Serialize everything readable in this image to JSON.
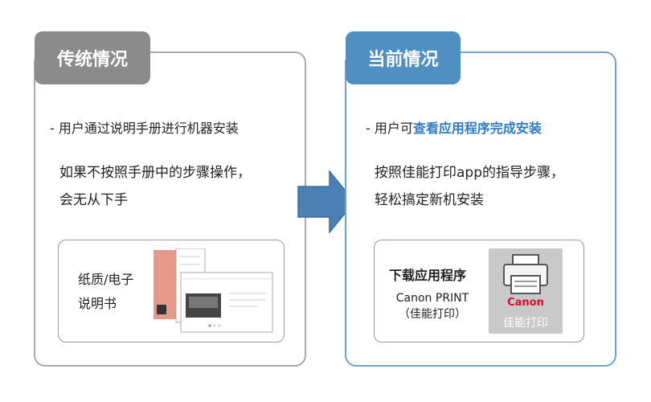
{
  "left": {
    "title": "传统情况",
    "bullet": "- 用户通过说明手册进行机器安装",
    "desc_line1": "如果不按照手册中的步骤操作，",
    "desc_line2": "会无从下手",
    "label_line1": "纸质/电子",
    "label_line2": "说明书"
  },
  "right": {
    "title": "当前情况",
    "bullet_prefix": "- 用户可",
    "bullet_highlight": "查看应用程序完成安装",
    "desc_line1": "按照佳能打印app的指导步骤，",
    "desc_line2": "轻松搞定新机安装",
    "download_title": "下载应用程序",
    "app_name": "Canon PRINT",
    "app_name_cn": "（佳能打印）",
    "icon_brand": "Canon",
    "icon_label": "佳能打印"
  },
  "colors": {
    "gray": "#8b8b8b",
    "blue": "#4f8fc1",
    "highlight": "#2e7cc4",
    "canon_red": "#d3102d"
  }
}
